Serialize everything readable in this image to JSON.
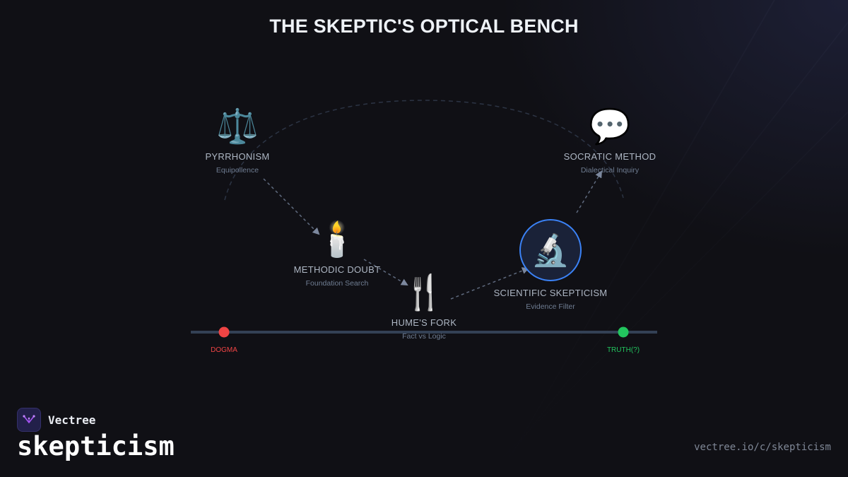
{
  "title": "THE SKEPTIC'S OPTICAL BENCH",
  "nodes": {
    "pyrrhonism": {
      "label": "PYRRHONISM",
      "sub": "Equipollence",
      "icon": "⚖️",
      "icon_name": "scales-icon"
    },
    "methodic_doubt": {
      "label": "METHODIC DOUBT",
      "sub": "Foundation Search",
      "icon": "🕯️",
      "icon_name": "candle-icon"
    },
    "humes_fork": {
      "label": "HUME'S FORK",
      "sub": "Fact vs Logic",
      "icon": "🍴",
      "icon_name": "fork-knife-icon"
    },
    "scientific_skepticism": {
      "label": "SCIENTIFIC SKEPTICISM",
      "sub": "Evidence Filter",
      "icon": "🔬",
      "icon_name": "microscope-icon"
    },
    "socratic_method": {
      "label": "SOCRATIC METHOD",
      "sub": "Dialectical Inquiry",
      "icon": "💬",
      "icon_name": "speech-bubble-icon"
    }
  },
  "bench": {
    "start_label": "DOGMA",
    "end_label": "TRUTH(?)",
    "start_color": "#ef4444",
    "end_color": "#22c55e",
    "rail_color": "#334155"
  },
  "accent_color": "#3b82f6",
  "brand": {
    "name": "Vectree",
    "icon_name": "vectree-logo-icon"
  },
  "community": "skepticism",
  "url": "vectree.io/c/skepticism"
}
